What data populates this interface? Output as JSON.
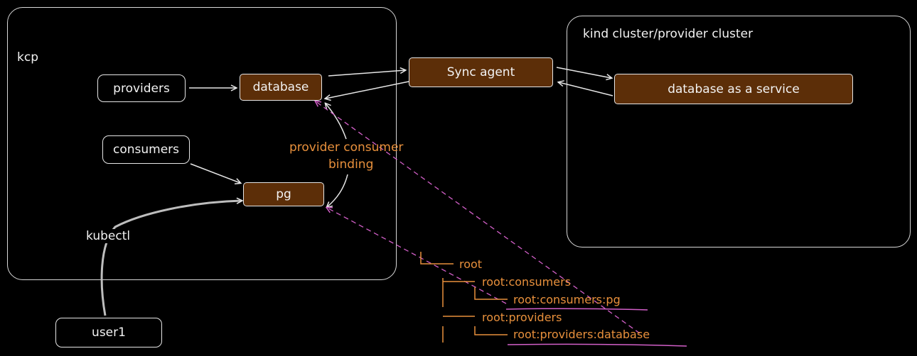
{
  "regions": {
    "kcp": {
      "label": "kcp"
    },
    "provider_cluster": {
      "label": "kind cluster/provider cluster"
    }
  },
  "nodes": {
    "providers": "providers",
    "database": "database",
    "consumers": "consumers",
    "pg": "pg",
    "sync_agent": "Sync agent",
    "database_service": "database as a service",
    "user1": "user1"
  },
  "edge_labels": {
    "kubectl": "kubectl",
    "binding_line1": "provider consumer",
    "binding_line2": "binding"
  },
  "workspace_tree": [
    {
      "label": "root",
      "depth": 0
    },
    {
      "label": "root:consumers",
      "depth": 1
    },
    {
      "label": "root:consumers:pg",
      "depth": 2
    },
    {
      "label": "root:providers",
      "depth": 1
    },
    {
      "label": "root:providers:database",
      "depth": 2
    }
  ],
  "colors": {
    "background": "#000000",
    "stroke": "#e6e6e6",
    "brown_fill": "#5c2e08",
    "orange_text": "#e8903c",
    "pink_dash": "#d25fc8"
  }
}
